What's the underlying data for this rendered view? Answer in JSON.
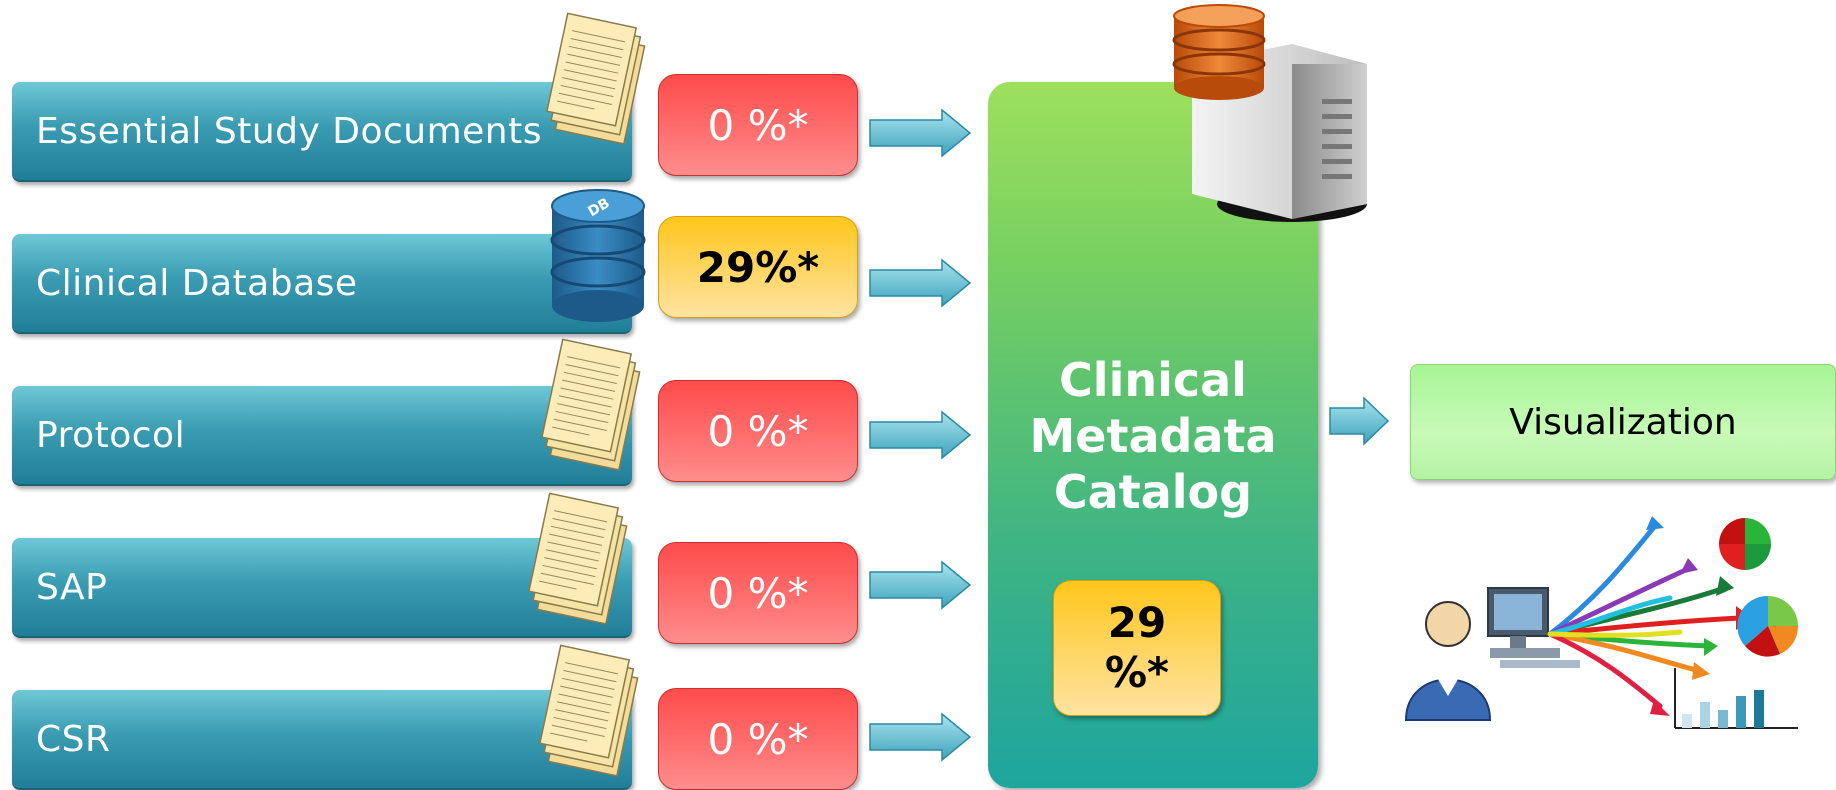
{
  "sources": [
    {
      "label": "Essential Study Documents",
      "pct": "0 %*",
      "status": "red",
      "icon": "documents-icon"
    },
    {
      "label": "Clinical Database",
      "pct": "29%*",
      "status": "yellow",
      "icon": "database-icon"
    },
    {
      "label": "Protocol",
      "pct": "0 %*",
      "status": "red",
      "icon": "documents-icon"
    },
    {
      "label": "SAP",
      "pct": "0 %*",
      "status": "red",
      "icon": "documents-icon"
    },
    {
      "label": "CSR",
      "pct": "0 %*",
      "status": "red",
      "icon": "documents-icon"
    }
  ],
  "catalog": {
    "title_line1": "Clinical",
    "title_line2": "Metadata",
    "title_line3": "Catalog",
    "pct_line1": "29",
    "pct_line2": "%*",
    "icon": "server-icon"
  },
  "visualization": {
    "label": "Visualization",
    "icon": "user-computer-charts-icon"
  },
  "database_icon_text": "DB",
  "colors": {
    "source_bar": "#3a9cb2",
    "status_red": "#ff6e6e",
    "status_yellow": "#ffd667",
    "catalog_top": "#9ee05e",
    "catalog_bottom": "#1ea59e",
    "visualization": "#b4f3a3"
  }
}
